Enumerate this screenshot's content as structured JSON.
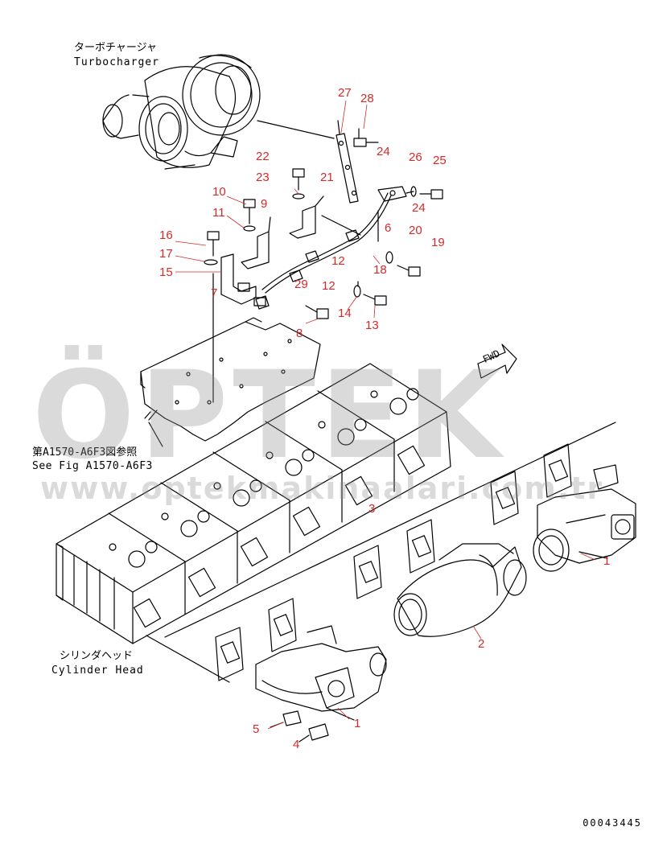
{
  "labels": {
    "turbo_jp": "ターボチャージャ",
    "turbo_en": "Turbocharger",
    "seefig_jp": "第A1570-A6F3図参照",
    "seefig_en": "See Fig A1570-A6F3",
    "head_jp": "シリンダヘッド",
    "head_en": "Cylinder Head",
    "fwd": "FWD"
  },
  "watermark": {
    "brand": "ÖPTEK",
    "url": "www.optekmakinaalari.com.tr"
  },
  "doc_number": "00043445",
  "colors": {
    "callout": "#d42a2a",
    "line": "#000000",
    "watermark": "#8f8f8f",
    "watermark_accent": "#e8c840"
  },
  "callouts": [
    "27",
    "28",
    "24",
    "26",
    "25",
    "22",
    "23",
    "21",
    "24",
    "10",
    "9",
    "11",
    "6",
    "20",
    "19",
    "16",
    "17",
    "12",
    "18",
    "15",
    "7",
    "29",
    "12",
    "14",
    "13",
    "8",
    "3",
    "1",
    "2",
    "5",
    "1",
    "4"
  ]
}
